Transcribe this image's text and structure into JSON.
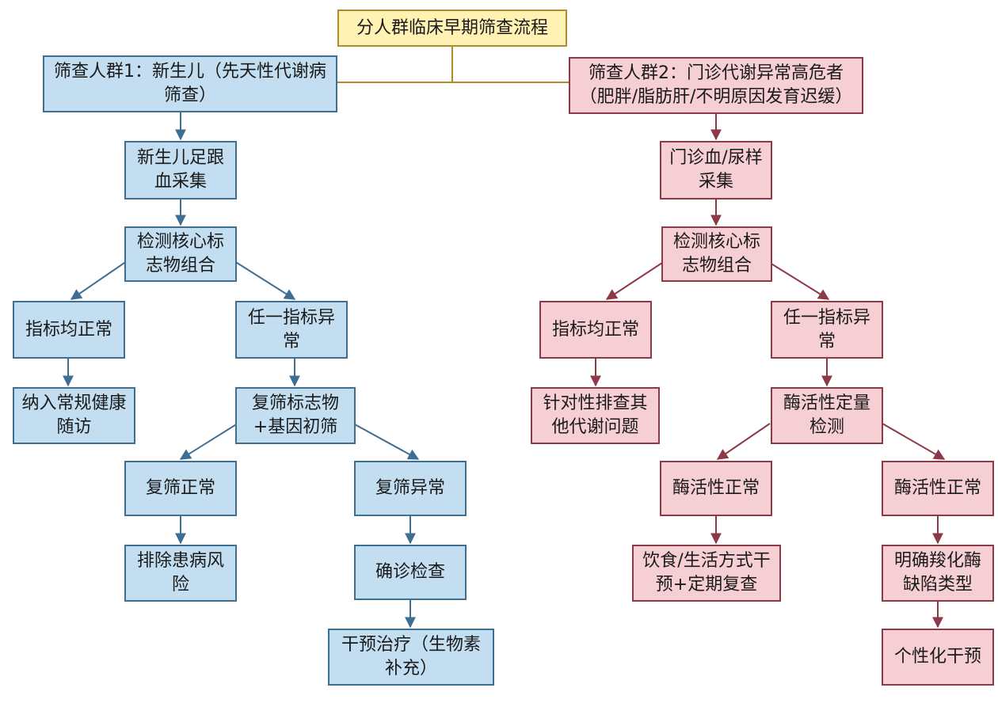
{
  "title": "分人群临床早期筛查流程",
  "left": {
    "group": "筛查人群1：新生儿（先天性代谢病筛查）",
    "sample": "新生儿足跟血采集",
    "markers": "检测核心标志物组合",
    "normal": "指标均正常",
    "abnormal": "任一指标异常",
    "followup": "纳入常规健康随访",
    "rescreen": "复筛标志物+基因初筛",
    "rescreen_normal": "复筛正常",
    "rescreen_abnormal": "复筛异常",
    "exclude": "排除患病风险",
    "confirm": "确诊检查",
    "treat": "干预治疗（生物素补充）"
  },
  "right": {
    "group": "筛查人群2：门诊代谢异常高危者（肥胖/脂肪肝/不明原因发育迟缓）",
    "sample": "门诊血/尿样采集",
    "markers": "检测核心标志物组合",
    "normal": "指标均正常",
    "abnormal": "任一指标异常",
    "other": "针对性排查其他代谢问题",
    "enzyme": "酶活性定量检测",
    "enzyme_normal_a": "酶活性正常",
    "enzyme_normal_b": "酶活性正常",
    "lifestyle": "饮食/生活方式干预+定期复查",
    "deficiency": "明确羧化酶缺陷类型",
    "personal": "个性化干预"
  },
  "colors": {
    "left_fill": "#c3def1",
    "left_border": "#3f6e93",
    "right_fill": "#f6cfd5",
    "right_border": "#8c3a48",
    "title_fill": "#fff2b3",
    "title_border": "#b08a2c"
  }
}
